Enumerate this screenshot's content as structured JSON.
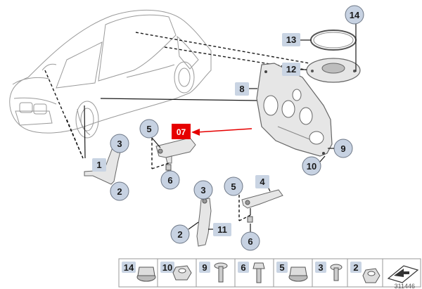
{
  "marker": {
    "label": "07",
    "color": "#e60000"
  },
  "callouts": {
    "c14": "14",
    "c13": "13",
    "c12": "12",
    "c8": "8",
    "c9": "9",
    "c10": "10",
    "c5a": "5",
    "c6a": "6",
    "c3a": "3",
    "c1": "1",
    "c2a": "2",
    "c3b": "3",
    "c2b": "2",
    "c11": "11",
    "c5b": "5",
    "c4": "4",
    "c6b": "6"
  },
  "legend": [
    {
      "num": "14",
      "icon": "flange-nut-icon"
    },
    {
      "num": "10",
      "icon": "hex-nut-icon"
    },
    {
      "num": "9",
      "icon": "expanding-rivet-icon"
    },
    {
      "num": "6",
      "icon": "bolt-icon"
    },
    {
      "num": "5",
      "icon": "flange-nut-icon"
    },
    {
      "num": "3",
      "icon": "screw-icon"
    },
    {
      "num": "2",
      "icon": "hex-nut-icon"
    }
  ],
  "diagram_ref": "311446",
  "colors": {
    "callout_fill": "#c7d2e2",
    "callout_border": "#6d7786",
    "part_gray": "#e6e6e6"
  }
}
